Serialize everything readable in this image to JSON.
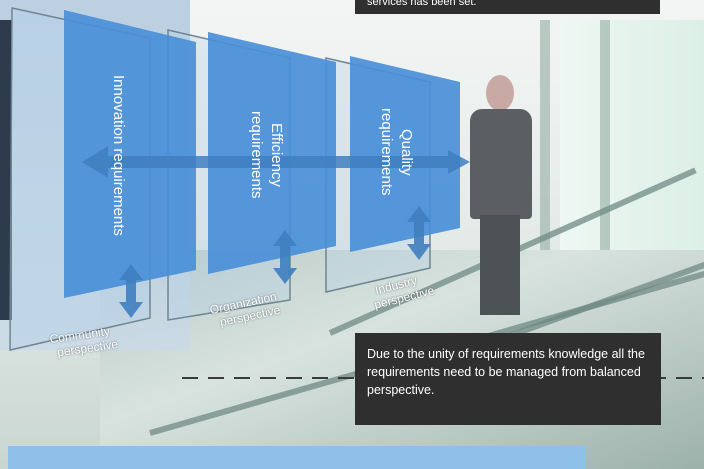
{
  "panels": {
    "innovation": "Innovation requirements",
    "efficiency": "Efficiency requirements",
    "quality": "Quality requirements"
  },
  "perspectives": {
    "community": [
      "Community",
      "perspective"
    ],
    "organization": [
      "Organization",
      "perspective"
    ],
    "industry": [
      "Industry",
      "perspective"
    ]
  },
  "notes": {
    "top": "services has been set.",
    "main": "Due to the unity of requirements knowledge all the requirements need to be managed from balanced perspective."
  },
  "colors": {
    "panel_blue": "#4a8fd8",
    "arrow_blue": "#3f7fc0",
    "note_bg": "#2f2f2f",
    "bottom_bar": "#8fc0ea"
  }
}
